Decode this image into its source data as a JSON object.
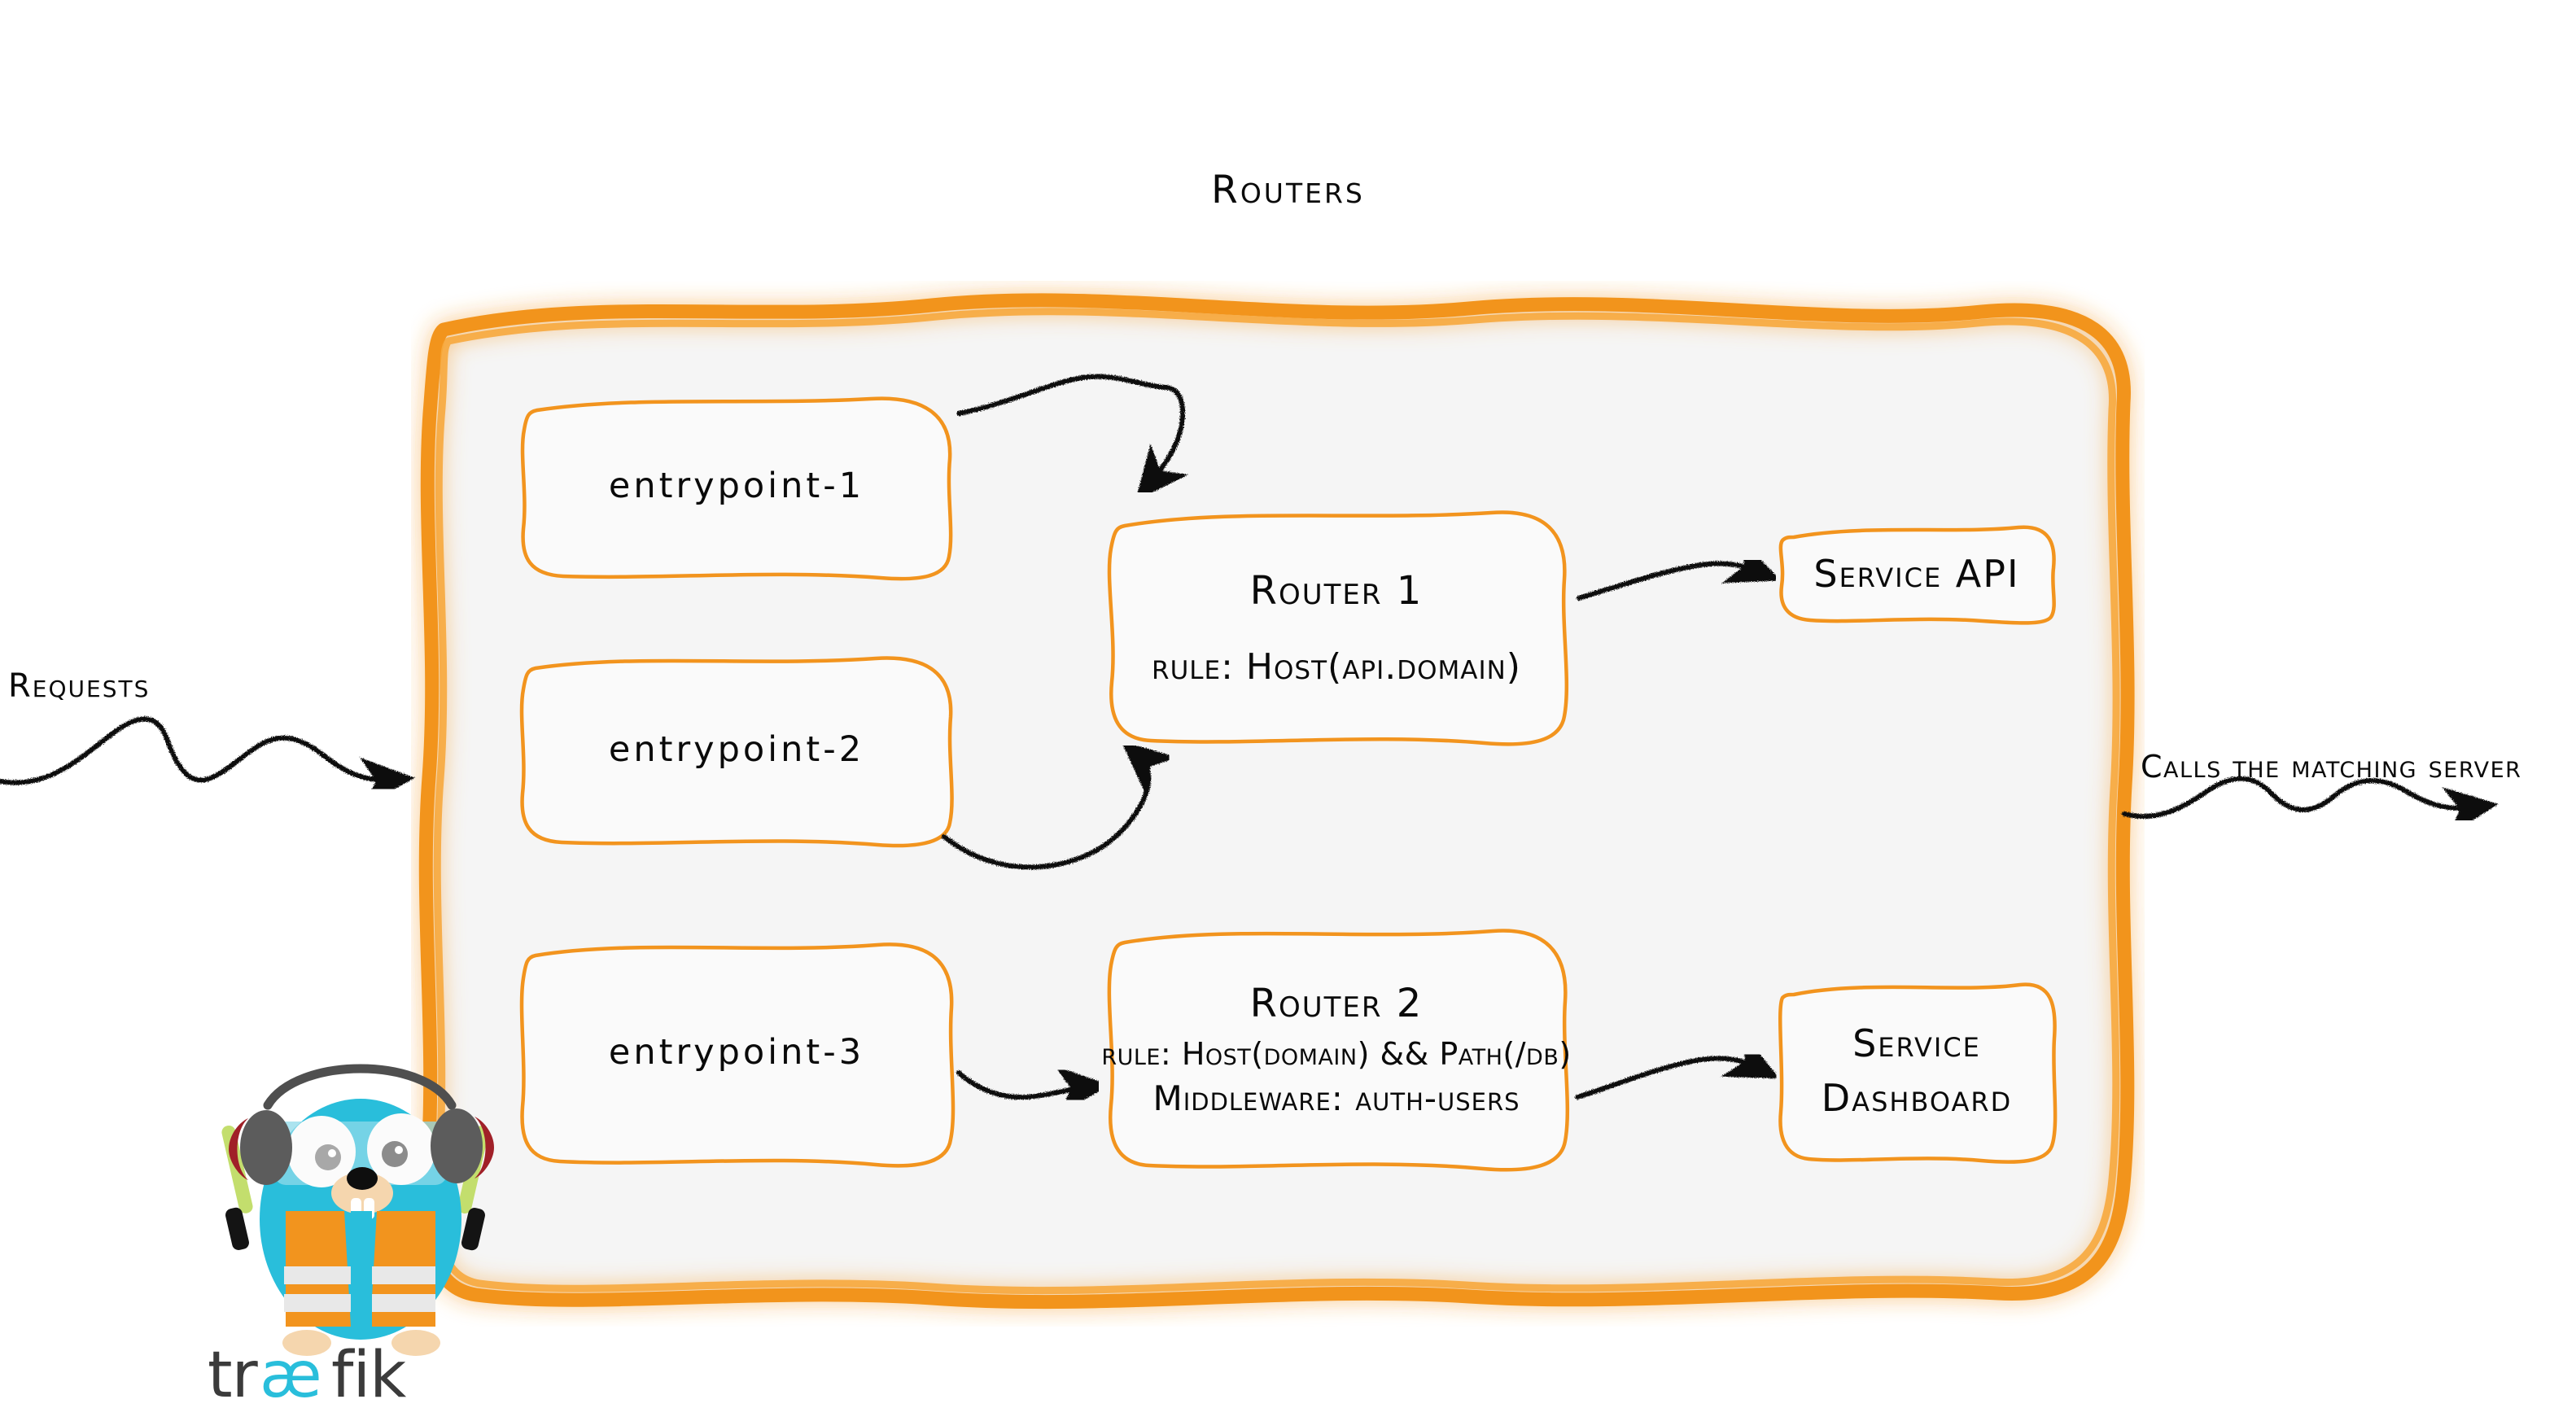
{
  "diagram": {
    "title": "Routers",
    "type": "traefik-routing-architecture"
  },
  "edge_labels": {
    "incoming": "Requests",
    "outgoing": "Calls the matching server"
  },
  "entrypoints": [
    {
      "label": "entrypoint-1",
      "name": "entrypoint-1"
    },
    {
      "label": "entrypoint-2",
      "name": "entrypoint-2"
    },
    {
      "label": "entrypoint-3",
      "name": "entrypoint-3"
    }
  ],
  "routers": [
    {
      "title": "Router 1",
      "rule_label": "rule:",
      "rule": "Host(api.domain)",
      "rule_full": "rule: Host(api.domain)",
      "middleware_label": null,
      "middleware": null
    },
    {
      "title": "Router 2",
      "rule_label": "rule:",
      "rule": "Host(domain) && Path(/db)",
      "rule_full": "rule: Host(domain) && Path(/db)",
      "middleware_label": "Middleware:",
      "middleware": "auth-users",
      "middleware_full": "Middleware: auth-users"
    }
  ],
  "services": [
    {
      "label": "Service API",
      "line1": "Service",
      "line2": "API"
    },
    {
      "label": "Service Dashboard",
      "line1": "Service",
      "line2": "Dashboard"
    }
  ],
  "brand": {
    "name": "traefik",
    "mascot": "gopher-traffic-controller"
  },
  "colors": {
    "orange": "#F2941E",
    "orange_light": "#F7A83C",
    "container_fill": "#F5F5F5",
    "box_fill": "#FAFAFA",
    "ink": "#0A0A0A",
    "gopher_body": "#29BEDB",
    "gopher_vest": "#F2941E",
    "gopher_vest_stripe": "#E8E8E8",
    "gopher_headphone": "#5C5C5C",
    "gopher_headphone_accent": "#A02028",
    "gopher_wand": "#C3DE6D",
    "gopher_snout": "#F5D6AE",
    "wordmark_dark": "#3B3B3B",
    "wordmark_accent": "#29BEDB"
  }
}
